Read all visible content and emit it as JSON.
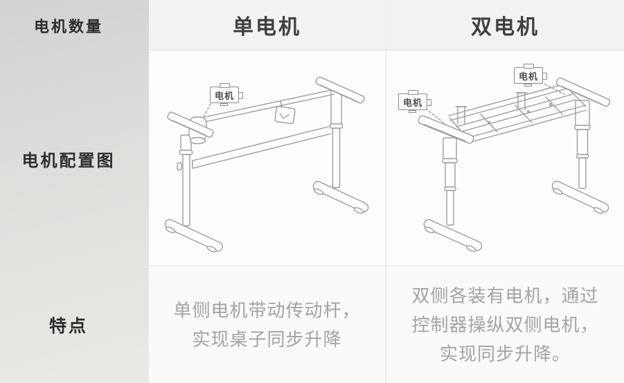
{
  "sidebar": {
    "rows": [
      {
        "label": "电机数量"
      },
      {
        "label": "电机配置图"
      },
      {
        "label": "特点"
      }
    ]
  },
  "columns": [
    {
      "header": "单电机",
      "diagram": {
        "motor_labels": [
          "电机"
        ]
      },
      "features": [
        "单侧电机带动传动杆，",
        "实现桌子同步升降"
      ]
    },
    {
      "header": "双电机",
      "diagram": {
        "motor_labels": [
          "电机",
          "电机"
        ]
      },
      "features": [
        "双侧各装有电机，通过",
        "控制器操纵双侧电机，",
        "实现同步升降。"
      ]
    }
  ],
  "colors": {
    "sidebar_gradient_top": "#d3d2d0",
    "sidebar_gradient_bottom": "#ebe9e6",
    "sidebar_text": "#2e2d2b",
    "header_text": "#403f3d",
    "feature_text": "#a5a3a0",
    "line_art": "#9c9c9c",
    "divider": "#edebe8"
  }
}
